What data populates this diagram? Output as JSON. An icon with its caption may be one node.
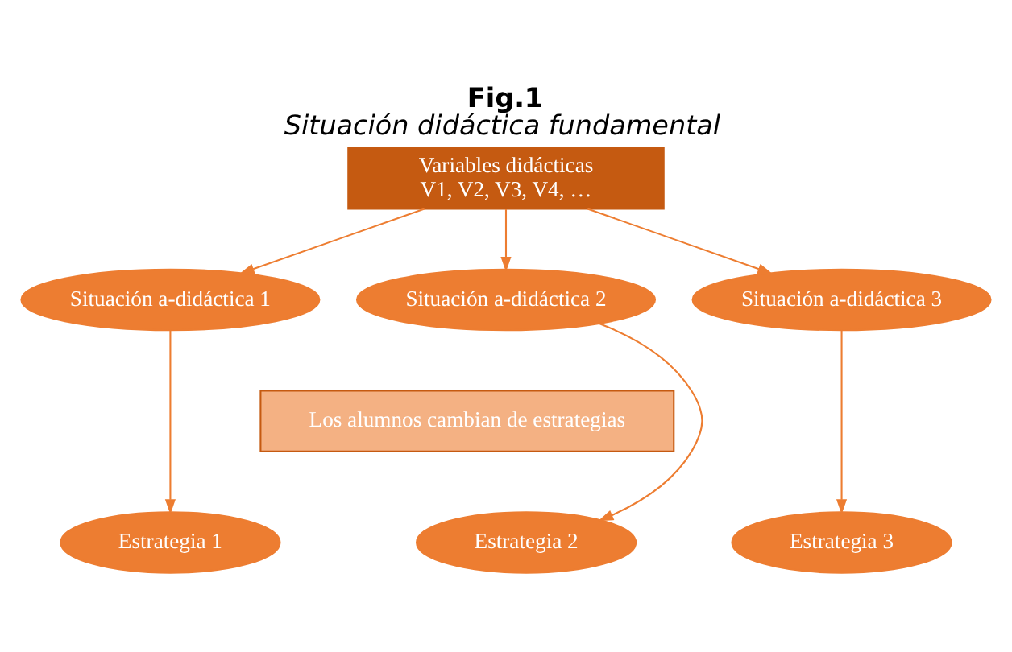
{
  "diagram": {
    "title": "Fig.1",
    "caption": "Situación didáctica fundamental",
    "nodes": [
      {
        "text": [
          "Variables didácticas",
          "V1, V2, V3, V4, …"
        ]
      },
      {
        "text": [
          "Situación a-didáctica 1"
        ]
      },
      {
        "text": [
          "Situación a-didáctica 2"
        ]
      },
      {
        "text": [
          "Situación a-didáctica 3"
        ]
      },
      {
        "text": [
          "Los alumnos cambian de estrategias"
        ]
      },
      {
        "text": [
          "Estrategia 1"
        ]
      },
      {
        "text": [
          "Estrategia 2"
        ]
      },
      {
        "text": [
          "Estrategia 3"
        ]
      }
    ],
    "edges": [
      {
        "from": 0,
        "to": 1,
        "arrow": "to"
      },
      {
        "from": 0,
        "to": 2,
        "arrow": "to"
      },
      {
        "from": 0,
        "to": 3,
        "arrow": "to"
      },
      {
        "from": 1,
        "to": 5,
        "arrow": "to"
      },
      {
        "from": 2,
        "to": 6,
        "arrow": "to"
      },
      {
        "from": 3,
        "to": 7,
        "arrow": "to"
      }
    ]
  }
}
